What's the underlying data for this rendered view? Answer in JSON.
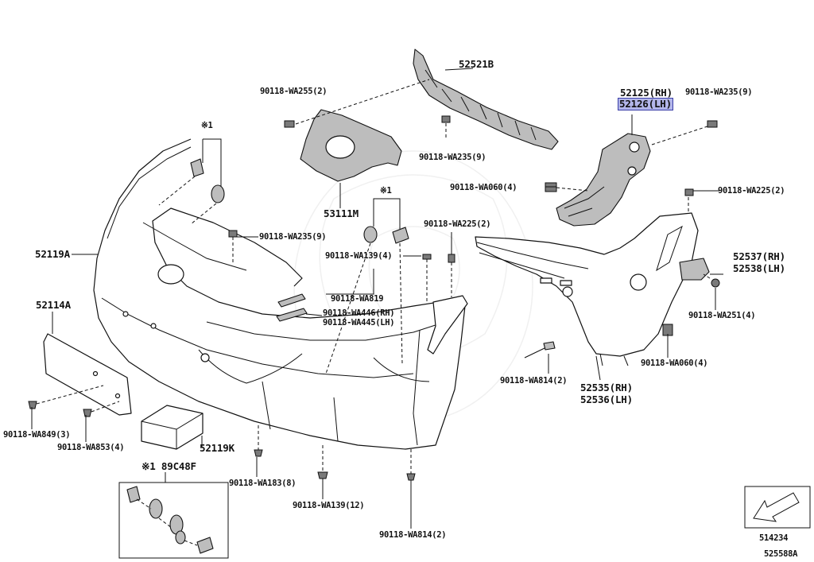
{
  "labels": {
    "l_52521B": "52521B",
    "l_wa255": "90118-WA255(2)",
    "l_52125": "52125(RH)",
    "l_52126": "52126(LH)",
    "l_wa235_tr": "90118-WA235(9)",
    "l_note1_left": "※1",
    "l_wa235_mid": "90118-WA235(9)",
    "l_wa060_top": "90118-WA060(4)",
    "l_wa225_right": "90118-WA225(2)",
    "l_53111M": "53111M",
    "l_note1_mid": "※1",
    "l_wa225_mid": "90118-WA225(2)",
    "l_wa235_left": "90118-WA235(9)",
    "l_52119A": "52119A",
    "l_wa139_4": "90118-WA139(4)",
    "l_52537": "52537(RH)",
    "l_52538": "52538(LH)",
    "l_wa819": "90118-WA819",
    "l_52114A": "52114A",
    "l_wa446": "90118-WA446(RH)",
    "l_wa445": "90118-WA445(LH)",
    "l_wa251": "90118-WA251(4)",
    "l_wa060_bot": "90118-WA060(4)",
    "l_wa814_mid": "90118-WA814(2)",
    "l_52535": "52535(RH)",
    "l_52536": "52536(LH)",
    "l_wa849": "90118-WA849(3)",
    "l_wa853": "90118-WA853(4)",
    "l_52119K": "52119K",
    "l_89C48F": "※1 89C48F",
    "l_wa183": "90118-WA183(8)",
    "l_wa139_12": "90118-WA139(12)",
    "l_wa814_bot": "90118-WA814(2)",
    "l_514234": "514234",
    "l_525588A": "525588A"
  }
}
